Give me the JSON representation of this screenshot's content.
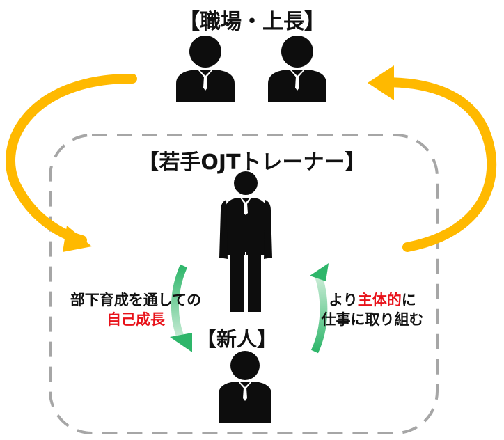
{
  "labels": {
    "manager_group": "【職場・上長】",
    "trainer": "【若手OJTトレーナー】",
    "new_hire": "【新人】",
    "left_note_line1": "部下育成を通しての",
    "left_note_line2": "自己成長",
    "right_note_prefix": "より",
    "right_note_highlight": "主体的",
    "right_note_suffix": "に",
    "right_note_line2": "仕事に取り組む"
  },
  "icons": {
    "manager_left": "person-bust-icon",
    "manager_right": "person-bust-icon",
    "trainer": "person-standing-icon",
    "new_hire": "person-bust-icon"
  },
  "colors": {
    "outer_arrows": "#ffb900",
    "inner_arrows": "#2eb66a",
    "inner_arrow_fade": "#c9ecd6",
    "boundary": "#a6a6a6",
    "highlight_text": "#e8121a",
    "figure": "#0d0d0d"
  }
}
